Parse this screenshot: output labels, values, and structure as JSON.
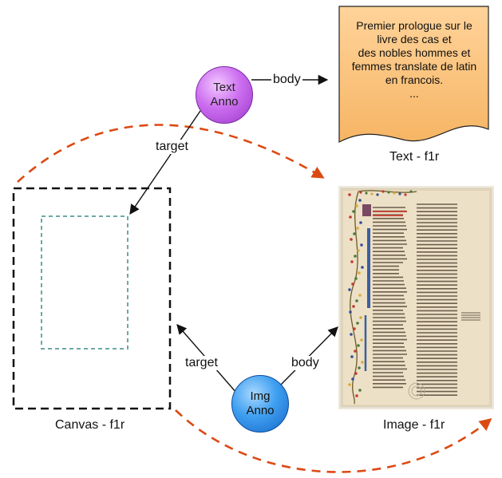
{
  "text_annotation": {
    "line1": "Text",
    "line2": "Anno"
  },
  "image_annotation": {
    "line1": "Img",
    "line2": "Anno"
  },
  "text_body": {
    "lines": [
      "Premier prologue sur le",
      "livre des cas et",
      "des nobles hommes et",
      "femmes translate de latin",
      "en francois.",
      "..."
    ],
    "caption": "Text - f1r"
  },
  "canvas": {
    "caption": "Canvas - f1r"
  },
  "image": {
    "caption": "Image - f1r"
  },
  "edges": {
    "text_body": "body",
    "text_target": "target",
    "img_target": "target",
    "img_body": "body"
  },
  "colors": {
    "text_anno": "#cc6ef0",
    "img_anno": "#3f9ff0",
    "document": "#ffc37a",
    "canvas_region": "#6aa9a6",
    "curve": "#dc4a14"
  }
}
